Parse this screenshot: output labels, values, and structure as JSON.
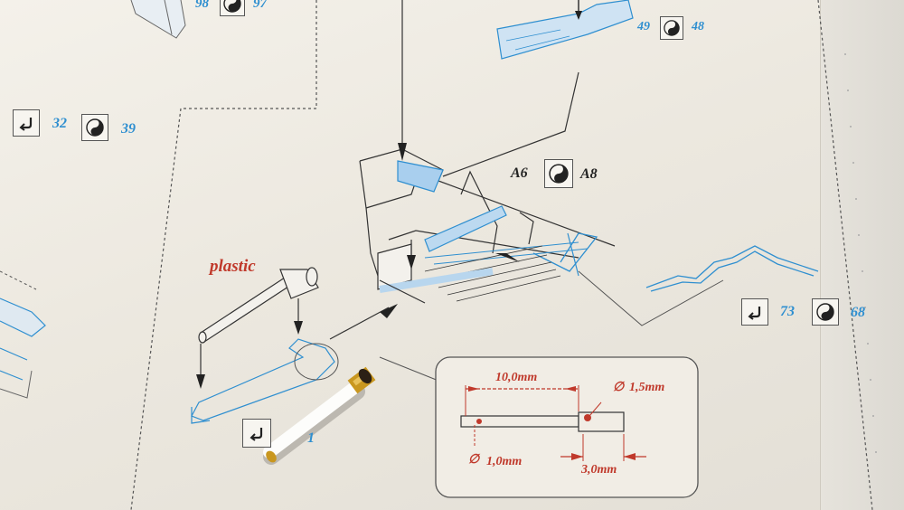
{
  "step_marks": [
    {
      "left": "98",
      "right": "97"
    },
    {
      "left": "49",
      "right": "48"
    },
    {
      "left": "32",
      "right": "39"
    },
    {
      "left": "A6",
      "right": "A8"
    },
    {
      "left": "73",
      "right": "68"
    }
  ],
  "material_label": "plastic",
  "part_number": "1",
  "dimensions": {
    "length": "10,0mm",
    "large_diameter": "1,5mm",
    "small_diameter": "1,0mm",
    "tip_length": "3,0mm"
  },
  "colors": {
    "etch_blue": "#2f8fd0",
    "dimension_red": "#c0392b",
    "line_dark": "#333333"
  },
  "icons": [
    "bend-icon",
    "yin-yang-icon"
  ]
}
